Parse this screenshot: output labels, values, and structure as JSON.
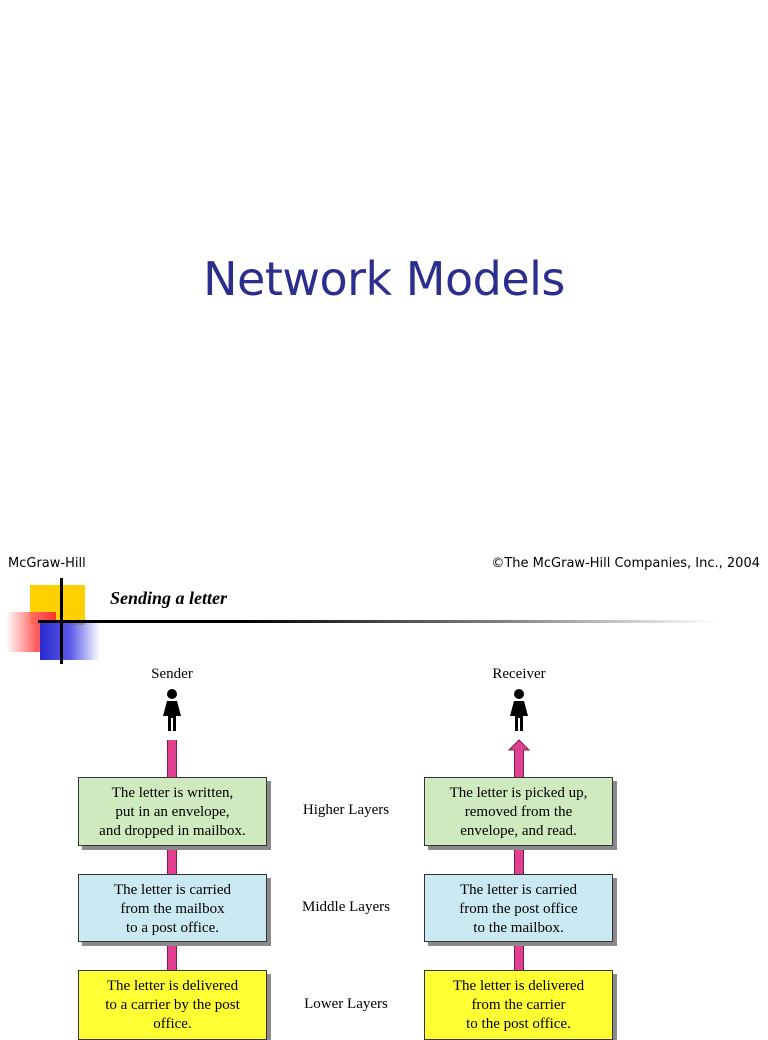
{
  "slide": {
    "title": "Network Models"
  },
  "footer": {
    "left": "McGraw-Hill",
    "right": "©The McGraw-Hill Companies, Inc., 2004"
  },
  "figure": {
    "title": "Sending a letter",
    "sender_label": "Sender",
    "receiver_label": "Receiver",
    "layers": {
      "higher": "Higher Layers",
      "middle": "Middle Layers",
      "lower": "Lower Layers"
    },
    "sender_boxes": {
      "higher": [
        "The letter is written,",
        "put in an envelope,",
        "and dropped in mailbox."
      ],
      "middle": [
        "The letter is carried",
        "from the mailbox",
        "to a post office."
      ],
      "lower": [
        "The letter is delivered",
        "to a carrier by the post",
        "office."
      ]
    },
    "receiver_boxes": {
      "higher": [
        "The letter is picked up,",
        "removed from the",
        "envelope, and read."
      ],
      "middle": [
        "The letter is carried",
        "from the post office",
        "to the mailbox."
      ],
      "lower": [
        "The letter is delivered",
        "from the carrier",
        "to the post office."
      ]
    },
    "colors": {
      "higher": "#cfeabf",
      "middle": "#cbe9f3",
      "lower": "#ffff33",
      "connector": "#e0408f"
    },
    "icons": [
      "person-icon",
      "arrow-up-icon"
    ]
  }
}
